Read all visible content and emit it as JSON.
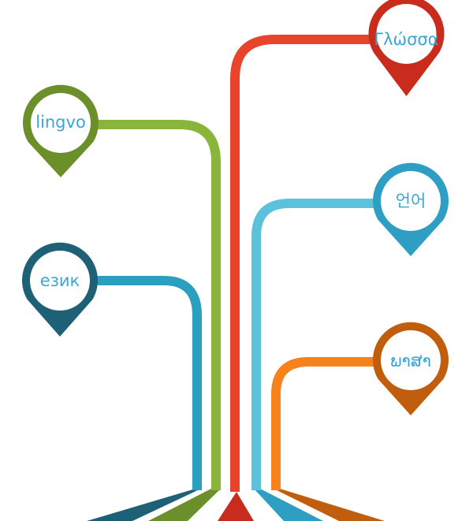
{
  "labels": {
    "greek": "Γλώσσα",
    "latin": "lingvo",
    "korean": "언어",
    "bulgarian": "език",
    "thai": "ພາສາ"
  },
  "colors": {
    "red_stem": "#e8432b",
    "red_pin": "#c92b1c",
    "green_stem": "#8ab53b",
    "green_pin": "#6b8f2b",
    "lightblue_stem": "#5cc2dc",
    "lightblue_pin": "#2e9fc2",
    "darkteal_stem": "#2a9fbf",
    "darkteal_pin": "#1e6177",
    "orange_stem": "#f7821b",
    "orange_pin": "#c05e0e",
    "label_text": "#3ba6d6",
    "background": "#ffffff"
  }
}
